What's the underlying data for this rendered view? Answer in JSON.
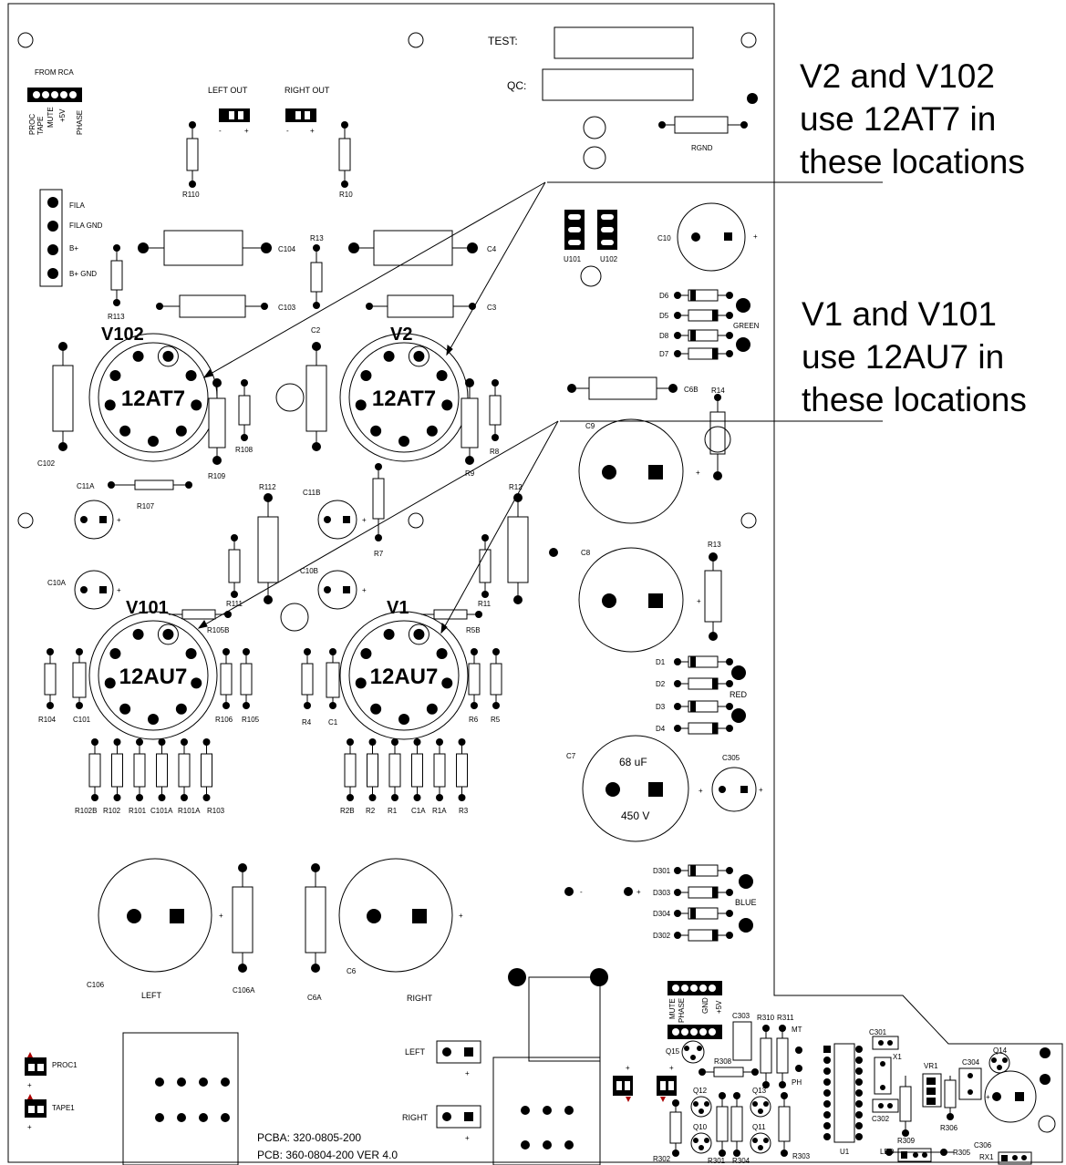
{
  "qc_box": {
    "test_label": "TEST:",
    "qc_label": "QC:"
  },
  "callouts": {
    "top": [
      "V2 and V102",
      "use 12AT7 in",
      "these locations"
    ],
    "bottom": [
      "V1 and V101",
      "use 12AU7 in",
      "these locations"
    ]
  },
  "tubes": {
    "v102": {
      "ref": "V102",
      "type": "12AT7"
    },
    "v2": {
      "ref": "V2",
      "type": "12AT7"
    },
    "v101": {
      "ref": "V101",
      "type": "12AU7"
    },
    "v1": {
      "ref": "V1",
      "type": "12AU7"
    }
  },
  "rca": {
    "title": "FROM RCA",
    "pins": [
      "PROC",
      "TAPE",
      "MUTE",
      "+5V",
      "PHASE"
    ]
  },
  "outputs": {
    "left": "LEFT  OUT",
    "right": "RIGHT  OUT",
    "minus": "-",
    "plus": "+"
  },
  "power_header": [
    "FILA",
    "FILA GND",
    "B+",
    "B+ GND"
  ],
  "leds": {
    "green": "GREEN",
    "red": "RED",
    "blue": "BLUE"
  },
  "c7": {
    "ref": "C7",
    "value": "68 uF",
    "voltage": "450 V"
  },
  "bottom": {
    "left": "LEFT",
    "right": "RIGHT",
    "jack_left": "LEFT",
    "jack_right": "RIGHT",
    "proc": "PROC1",
    "tape": "TAPE1",
    "pcba": "PCBA:  320-0805-200",
    "pcb": "PCB:  360-0804-200  VER 4.0",
    "header2_pins": [
      "MUTE",
      "PHASE",
      "GND",
      "+5V"
    ],
    "mt": "MT",
    "ph": "PH",
    "led": "LED",
    "minus": "-",
    "plus": "+"
  },
  "refs": {
    "R110": "R110",
    "R10": "R10",
    "RGND": "RGND",
    "R113": "R113",
    "C104": "C104",
    "R13a": "R13",
    "C4": "C4",
    "C103": "C103",
    "C3": "C3",
    "C10": "C10",
    "U101": "U101",
    "U102": "U102",
    "D6": "D6",
    "D5": "D5",
    "D8": "D8",
    "D7": "D7",
    "C2": "C2",
    "C102": "C102",
    "R109": "R109",
    "R108": "R108",
    "R9": "R9",
    "R8": "R8",
    "C6B": "C6B",
    "R14": "R14",
    "C9": "C9",
    "C11A": "C11A",
    "R107": "R107",
    "R112": "R112",
    "C11B": "C11B",
    "R7": "R7",
    "R12": "R12",
    "C8": "C8",
    "R13b": "R13",
    "C10A": "C10A",
    "R111": "R111",
    "C10B": "C10B",
    "R105B": "R105B",
    "R11": "R11",
    "R5B": "R5B",
    "R104": "R104",
    "C101": "C101",
    "R106": "R106",
    "R105": "R105",
    "R4": "R4",
    "C1": "C1",
    "R6": "R6",
    "R5": "R5",
    "D1": "D1",
    "D2": "D2",
    "D3": "D3",
    "D4": "D4",
    "C305": "C305",
    "R102B": "R102B",
    "R102": "R102",
    "R101": "R101",
    "C101A": "C101A",
    "R101A": "R101A",
    "R103": "R103",
    "R2B": "R2B",
    "R2": "R2",
    "R1": "R1",
    "C1A": "C1A",
    "R1A": "R1A",
    "R3": "R3",
    "D301": "D301",
    "D303": "D303",
    "D304": "D304",
    "D302": "D302",
    "C106": "C106",
    "C106A": "C106A",
    "C6A": "C6A",
    "C6": "C6",
    "C303": "C303",
    "R310": "R310",
    "R311": "R311",
    "Q15": "Q15",
    "R308": "R308",
    "C301": "C301",
    "X1": "X1",
    "VR1": "VR1",
    "C304": "C304",
    "Q14": "Q14",
    "C302": "C302",
    "R309": "R309",
    "R306": "R306",
    "C306": "C306",
    "RX1": "RX1",
    "Q12": "Q12",
    "Q13": "Q13",
    "Q10": "Q10",
    "Q11": "Q11",
    "R302": "R302",
    "R301": "R301",
    "R304": "R304",
    "R303": "R303",
    "U1": "U1",
    "R305": "R305"
  }
}
